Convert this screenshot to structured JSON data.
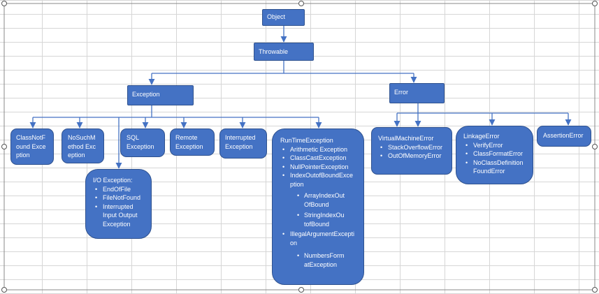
{
  "nodes": {
    "object": "Object",
    "throwable": "Throwable",
    "exception": "Exception",
    "error": "Error",
    "classnotfound": "ClassNotFound Exception",
    "nosuchmethod": "NoSuchMethod Exception",
    "sql": "SQL Exception",
    "remote": "Remote Exception",
    "interrupted": "Interrupted Exception",
    "io": {
      "title": "I/O Exception:",
      "items": [
        "EndOfFile",
        "FileNotFound",
        "Interrupted Input Output Exception"
      ]
    },
    "runtime": {
      "title": "RunTimeException",
      "items": [
        "Arithmetic Exception",
        "ClassCastException",
        "NullPointerException",
        "IndexOutofBoundException",
        "IllegalArgumentException"
      ],
      "index_children": [
        "ArrayIndexOutOfBound",
        "StringIndexOutofBound"
      ],
      "illegal_children": [
        "NumbersFormatException"
      ]
    },
    "vm": {
      "title": "VirtualMachineError",
      "items": [
        "StackOverflowError",
        "OutOfMemoryError"
      ]
    },
    "linkage": {
      "title": "LinkageError",
      "items": [
        "VerifyError",
        "ClassFormatError",
        "NoClassDefinitionFoundError"
      ]
    },
    "assertion": "AssertionError"
  },
  "colors": {
    "box_fill": "#4472c4",
    "box_border": "#2f528f",
    "connector": "#4472c4",
    "gridline": "#d6d6d6"
  }
}
